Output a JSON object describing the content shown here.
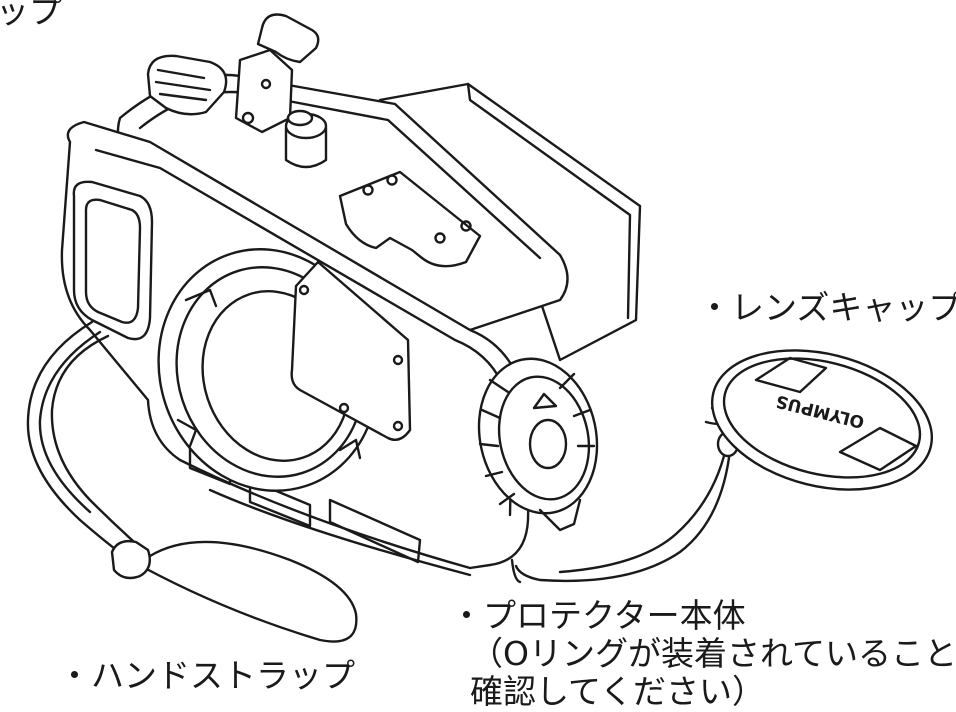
{
  "labels": {
    "top_fragment": "ップ",
    "lens_cap": "・レンズキャップ",
    "housing_title": "・プロテクター本体",
    "housing_note_line1": "（Oリングが装着されていることを",
    "housing_note_line2": "確認してください）",
    "hand_strap": "・ハンドストラップ"
  },
  "illustration": {
    "cap_brand_text": "OLYMPUS",
    "line_color": "#1a1a1a",
    "fill_color": "#ffffff"
  }
}
